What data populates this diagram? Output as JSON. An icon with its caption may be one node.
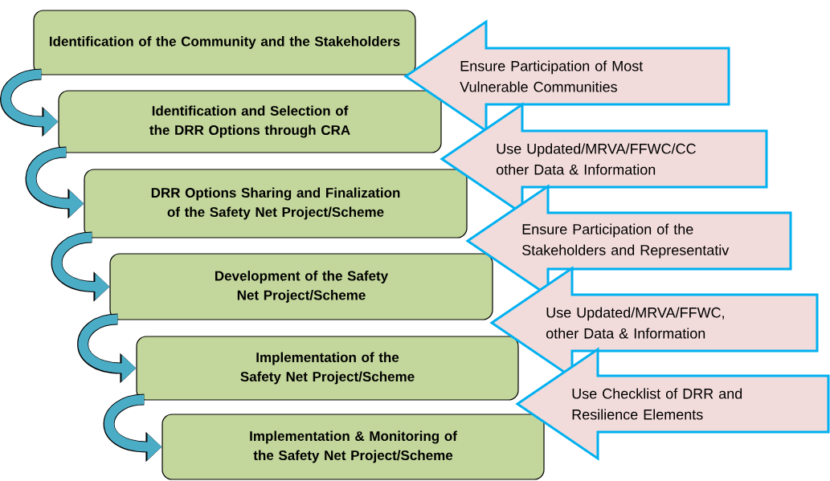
{
  "diagram": {
    "nodes": [
      {
        "text": [
          "Identification of the Community and the Stakeholders"
        ]
      },
      {
        "text": [
          "Identification and Selection of the DRR Options through CRA"
        ]
      },
      {
        "text": [
          "DRR Options Sharing and Finalization of the Safety Net Project/Scheme"
        ]
      },
      {
        "text": [
          "Development of the Safety Net Project/Scheme"
        ]
      },
      {
        "text": [
          "Implementation of the Safety Net Project/Scheme"
        ]
      },
      {
        "text": [
          "Implementation & Monitoring of the Safety Net Project/Scheme"
        ]
      },
      {
        "text": [
          "Ensure Participation of Most Vulnerable Communities"
        ]
      },
      {
        "text": [
          "Use Updated/MRVA/FFWC/CC other Data & Information"
        ]
      },
      {
        "text": [
          "Ensure Participation of the Stakeholders and Representativ"
        ]
      },
      {
        "text": [
          "Use Updated/MRVA/FFWC, other Data & Information"
        ]
      },
      {
        "text": [
          "Use Checklist of DRR and Resilience Elements"
        ]
      }
    ],
    "edges": [
      {
        "from": 0,
        "to": 1,
        "arrow": "to"
      },
      {
        "from": 1,
        "to": 2,
        "arrow": "to"
      },
      {
        "from": 2,
        "to": 3,
        "arrow": "to"
      },
      {
        "from": 3,
        "to": 4,
        "arrow": "to"
      },
      {
        "from": 4,
        "to": 5,
        "arrow": "to"
      }
    ]
  }
}
